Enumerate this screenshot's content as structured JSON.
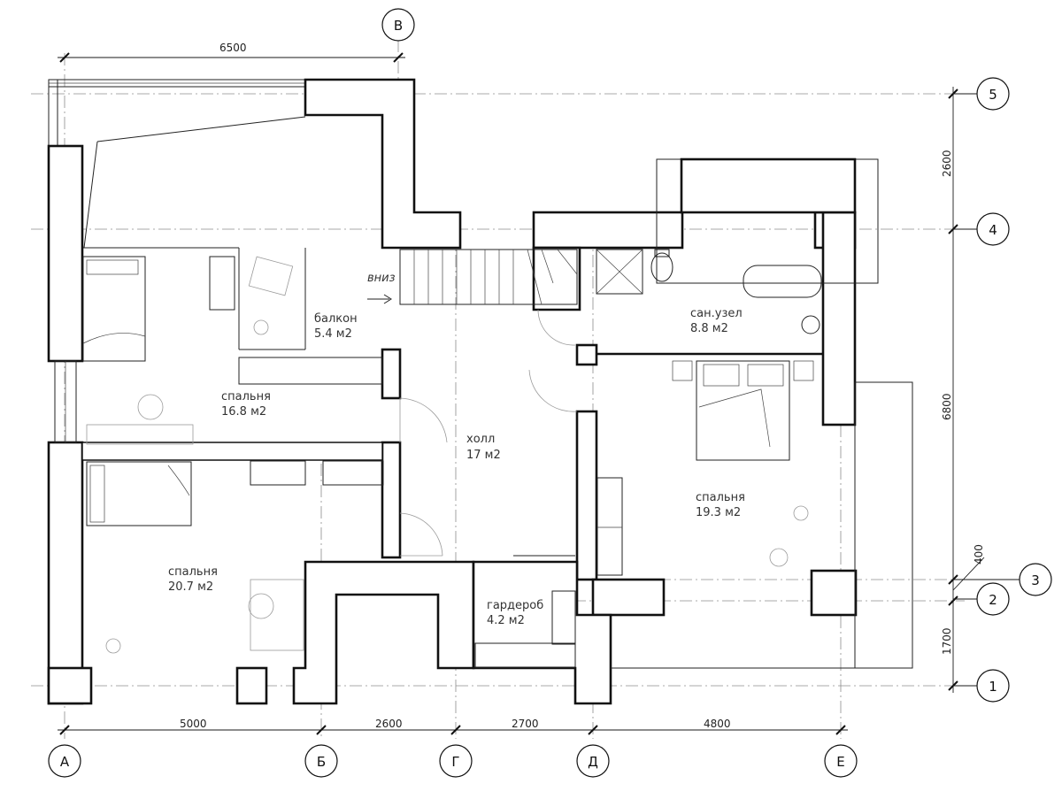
{
  "axes": {
    "letters": [
      "А",
      "Б",
      "Г",
      "Д",
      "Е"
    ],
    "top_letter": "В",
    "numbers": [
      "1",
      "2",
      "3",
      "4",
      "5"
    ]
  },
  "dimensions": {
    "top": "6500",
    "bottom": [
      "5000",
      "2600",
      "2700",
      "4800"
    ],
    "right": [
      "2600",
      "6800",
      "400",
      "1700"
    ]
  },
  "rooms": {
    "balcony": {
      "name": "балкон",
      "area": "5.4  м2"
    },
    "bedroom_nw": {
      "name": "спальня",
      "area": "16.8  м2"
    },
    "hall": {
      "name": "холл",
      "area": "17  м2"
    },
    "bedroom_sw": {
      "name": "спальня",
      "area": "20.7  м2"
    },
    "bathroom": {
      "name": "сан.узел",
      "area": "8.8  м2"
    },
    "bedroom_e": {
      "name": "спальня",
      "area": "19.3  м2"
    },
    "wardrobe": {
      "name": "гардероб",
      "area": "4.2  м2"
    }
  },
  "stairs": {
    "direction_label": "вниз"
  }
}
